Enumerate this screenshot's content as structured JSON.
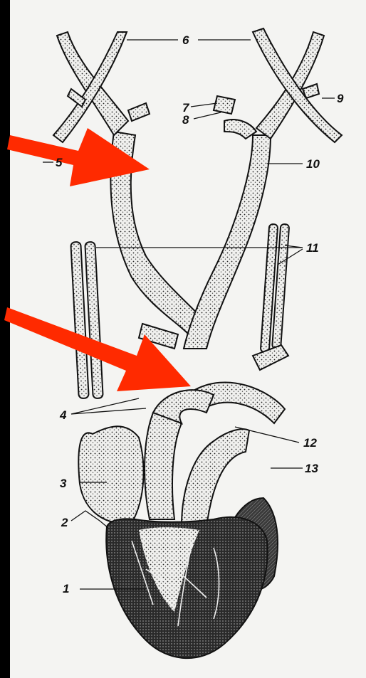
{
  "figure": {
    "labels": [
      "1",
      "2",
      "3",
      "4",
      "5",
      "6",
      "7",
      "8",
      "9",
      "10",
      "11",
      "12",
      "13"
    ],
    "arrow_color": "#ff2a00",
    "ink_color": "#111111",
    "paper_color": "#f4f4f2",
    "border_color": "#000000"
  }
}
